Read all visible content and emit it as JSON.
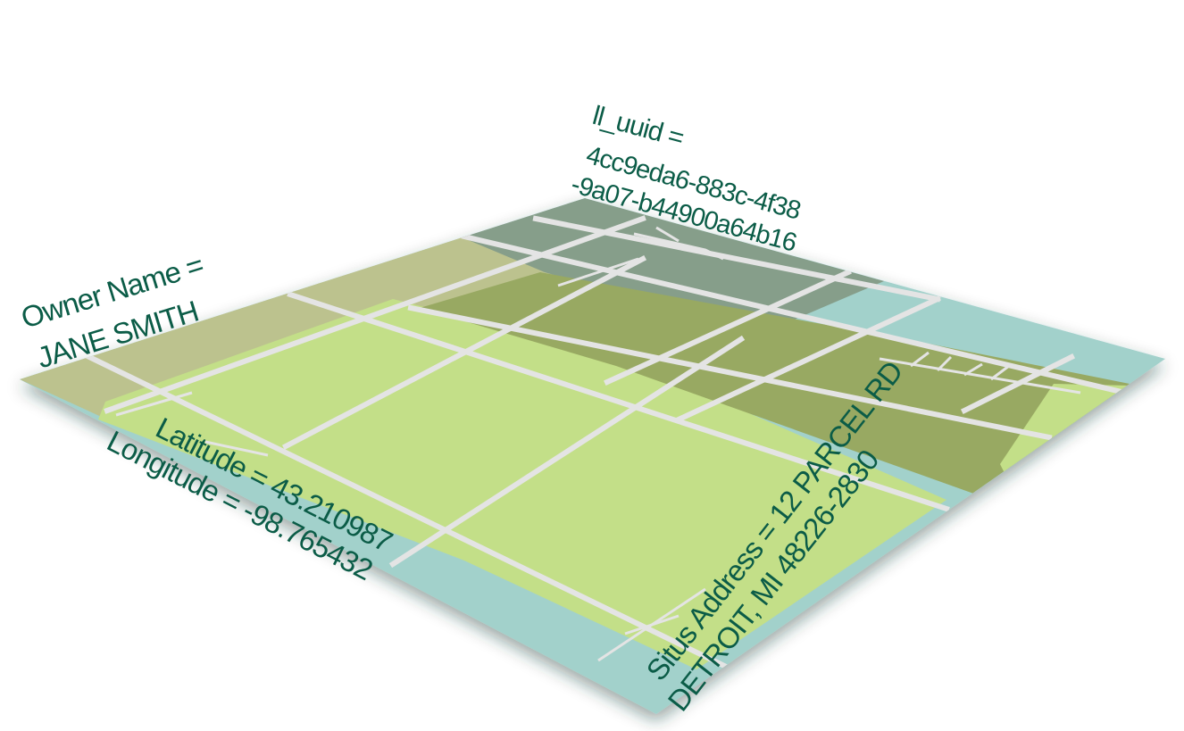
{
  "colors": {
    "text": "#0b5c47",
    "water": "#a2d1cb",
    "parcel_light": "#c3df88",
    "parcel_mid": "#98a962",
    "parcel_tan": "#bcc28e",
    "parcel_gray": "#869e8a",
    "road": "#e4e4e4"
  },
  "labels": {
    "uuid_key": "ll_uuid =",
    "uuid_line1": "4cc9eda6-883c-4f38",
    "uuid_line2": "-9a07-b44900a64b16",
    "owner_key": "Owner Name =",
    "owner_value": "JANE SMITH",
    "latitude": "Latitude = 43.210987",
    "longitude": "Longitude = -98.765432",
    "address_line1": "Situs Address = 12 PARCEL RD",
    "address_line2": "DETROIT, MI 48226-2830"
  }
}
